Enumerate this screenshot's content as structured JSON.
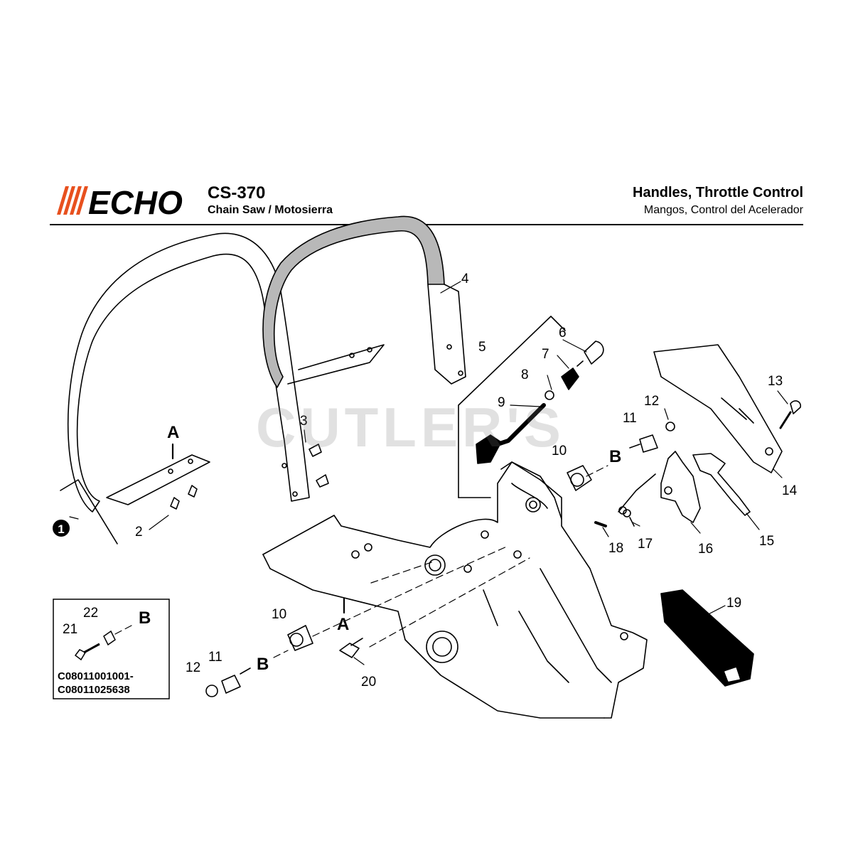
{
  "header": {
    "brand": "ECHO",
    "model": "CS-370",
    "model_sub": "Chain Saw / Motosierra",
    "title": "Handles, Throttle Control",
    "title_sub": "Mangos, Control del Acelerador"
  },
  "watermark": "CUTLER'S",
  "colors": {
    "brand_red": "#e8501e",
    "grip_gray": "#b8b8b8",
    "ink": "#000000"
  },
  "labels": {
    "p1": "1",
    "p2": "2",
    "p3": "3",
    "p4": "4",
    "p5": "5",
    "p6": "6",
    "p7": "7",
    "p8": "8",
    "p9": "9",
    "p10a": "10",
    "p10b": "10",
    "p11a": "11",
    "p11b": "11",
    "p12a": "12",
    "p12b": "12",
    "p13": "13",
    "p14": "14",
    "p15": "15",
    "p16": "16",
    "p17": "17",
    "p18": "18",
    "p19": "19",
    "p20": "20",
    "p21": "21",
    "p22": "22"
  },
  "refs": {
    "a1": "A",
    "a2": "A",
    "b1": "B",
    "b2": "B",
    "b3": "B"
  },
  "inset": {
    "code_from": "C08011001001-",
    "code_to": "C08011025638"
  }
}
